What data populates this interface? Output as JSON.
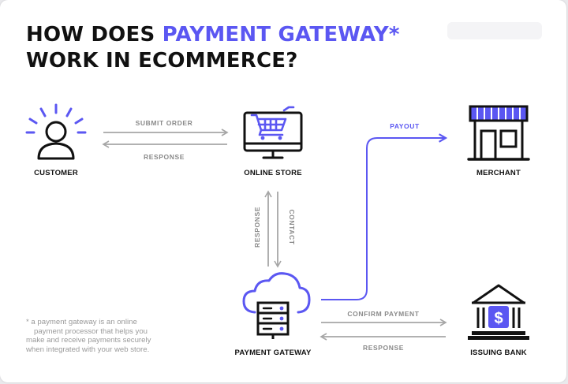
{
  "title": {
    "part1": "HOW DOES ",
    "accent": "PAYMENT GATEWAY*",
    "line2": "WORK IN ECOMMERCE?"
  },
  "nodes": {
    "customer": "CUSTOMER",
    "online_store": "ONLINE STORE",
    "merchant": "MERCHANT",
    "payment_gateway": "PAYMENT GATEWAY",
    "issuing_bank": "ISSUING BANK"
  },
  "edges": {
    "submit_order": "SUBMIT ORDER",
    "response_to_customer": "RESPONSE",
    "response_vertical": "RESPONSE",
    "contact_vertical": "CONTACT",
    "payout": "PAYOUT",
    "confirm_payment": "CONFIRM PAYMENT",
    "response_from_bank": "RESPONSE"
  },
  "footnote": {
    "line1": "* a payment gateway is an online",
    "line2": "payment processor that helps you",
    "line3": "make and receive payments securely",
    "line4": "when integrated with your web store."
  },
  "colors": {
    "accent": "#5b57f2",
    "ink": "#111111",
    "arrow_gray": "#a6a6a6",
    "label_gray": "#8a8a8a"
  },
  "icons": [
    "customer-icon",
    "monitor-cart-icon",
    "storefront-icon",
    "cloud-server-icon",
    "bank-icon"
  ]
}
